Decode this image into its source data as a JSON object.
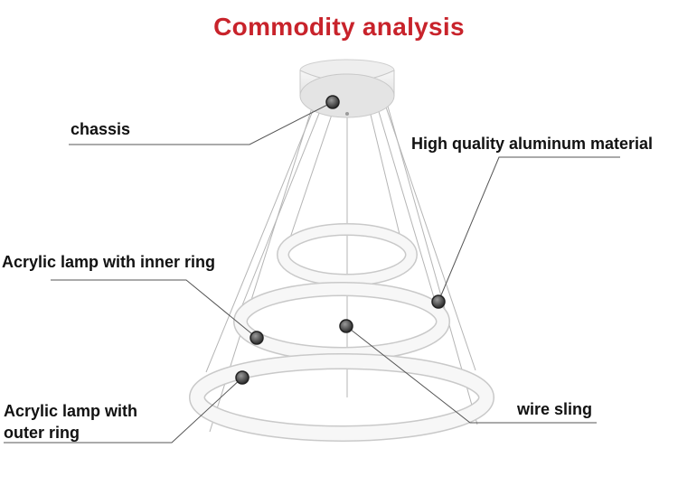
{
  "title": "Commodity analysis",
  "colors": {
    "title": "#c8232b",
    "text": "#111111",
    "leader_line": "#555555",
    "ring_fill": "#f2f2f2",
    "ring_edge": "#c9c9c9",
    "wire": "#b5b5b5",
    "dot": "#3a3a3a"
  },
  "labels": {
    "chassis": "chassis",
    "aluminum": "High quality aluminum material",
    "inner_ring": "Acrylic lamp with inner ring",
    "outer_ring_line1": "Acrylic lamp with",
    "outer_ring_line2": "outer ring",
    "wire_sling": "wire sling"
  }
}
